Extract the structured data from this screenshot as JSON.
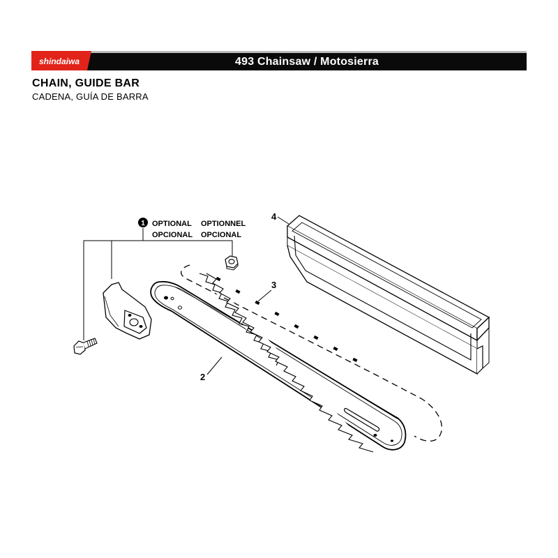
{
  "brand": {
    "logo_text": "shindaiwa",
    "accent_color": "#e2231a"
  },
  "header": {
    "title": "493 Chainsaw / Motosierra"
  },
  "section": {
    "title": "CHAIN, GUIDE BAR",
    "subtitle": "CADENA, GUÍA DE BARRA"
  },
  "callouts": {
    "item1": "1",
    "optional_en": "OPTIONAL",
    "optional_fr": "OPTIONNEL",
    "optional_es1": "OPCIONAL",
    "optional_es2": "OPCIONAL",
    "item2": "2",
    "item3": "3",
    "item4": "4"
  }
}
